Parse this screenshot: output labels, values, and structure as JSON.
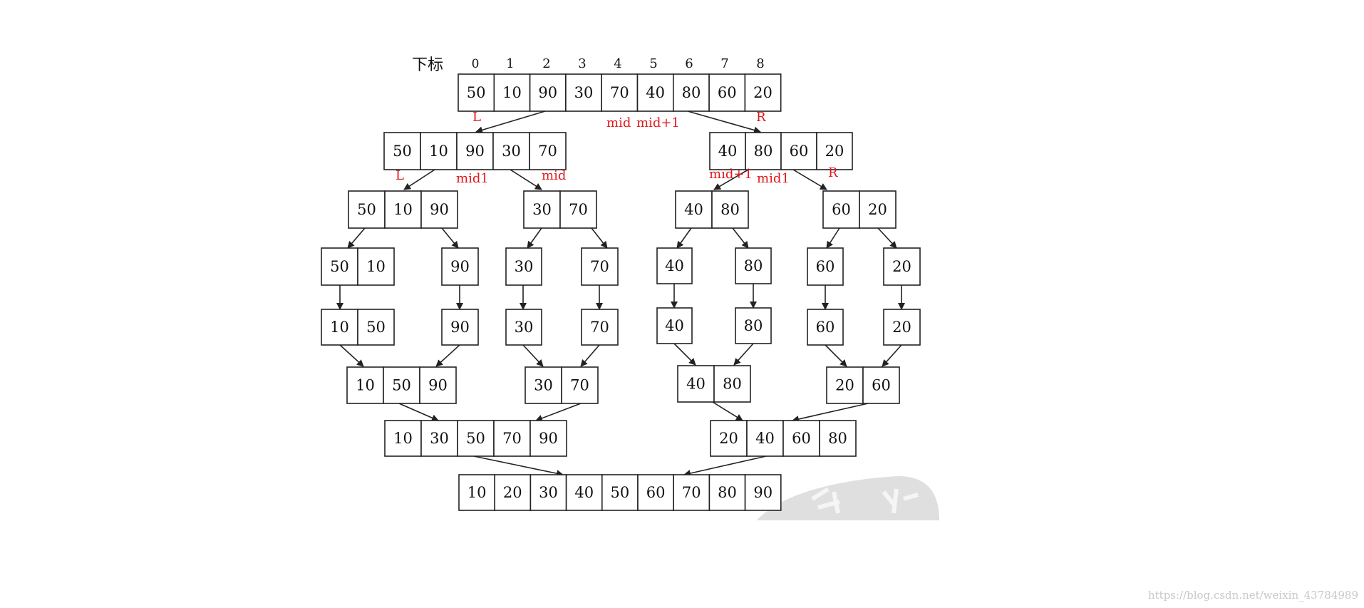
{
  "index_label": "下标",
  "index_digits": [
    "0",
    "1",
    "2",
    "3",
    "4",
    "5",
    "6",
    "7",
    "8"
  ],
  "blocks": {
    "root": [
      "50",
      "10",
      "90",
      "30",
      "70",
      "40",
      "80",
      "60",
      "20"
    ],
    "l1a": [
      "50",
      "10",
      "90",
      "30",
      "70"
    ],
    "l1b": [
      "40",
      "80",
      "60",
      "20"
    ],
    "l2a": [
      "50",
      "10",
      "90"
    ],
    "l2b": [
      "30",
      "70"
    ],
    "l2c": [
      "40",
      "80"
    ],
    "l2d": [
      "60",
      "20"
    ],
    "l3a": [
      "50",
      "10"
    ],
    "l3b": [
      "90"
    ],
    "l3c": [
      "30"
    ],
    "l3d": [
      "70"
    ],
    "l3e": [
      "40"
    ],
    "l3f": [
      "80"
    ],
    "l3g": [
      "60"
    ],
    "l3h": [
      "20"
    ],
    "l4a": [
      "10",
      "50"
    ],
    "l4b": [
      "90"
    ],
    "l4c": [
      "30"
    ],
    "l4d": [
      "70"
    ],
    "l4e": [
      "40"
    ],
    "l4f": [
      "80"
    ],
    "l4g": [
      "60"
    ],
    "l4h": [
      "20"
    ],
    "m1a": [
      "10",
      "50",
      "90"
    ],
    "m1b": [
      "30",
      "70"
    ],
    "m1c": [
      "40",
      "80"
    ],
    "m1d": [
      "20",
      "60"
    ],
    "m2a": [
      "10",
      "30",
      "50",
      "70",
      "90"
    ],
    "m2b": [
      "20",
      "40",
      "60",
      "80"
    ],
    "final": [
      "10",
      "20",
      "30",
      "40",
      "50",
      "60",
      "70",
      "80",
      "90"
    ]
  },
  "annotations": {
    "L_top": "L",
    "R_top": "R",
    "mid_top": "mid",
    "mid1_top": "mid+1",
    "L_left": "L",
    "mid1_left": "mid1",
    "mid_left": "mid",
    "midp1_right": "mid+1",
    "mid1_right": "mid1",
    "R_right": "R"
  },
  "watermark": "https://blog.csdn.net/weixin_43784989",
  "colors": {
    "annotation": "#e0181b",
    "box_border": "#222222",
    "text": "#111111",
    "stamp": "#cfcfcf",
    "watermark": "#c8c8c8"
  }
}
